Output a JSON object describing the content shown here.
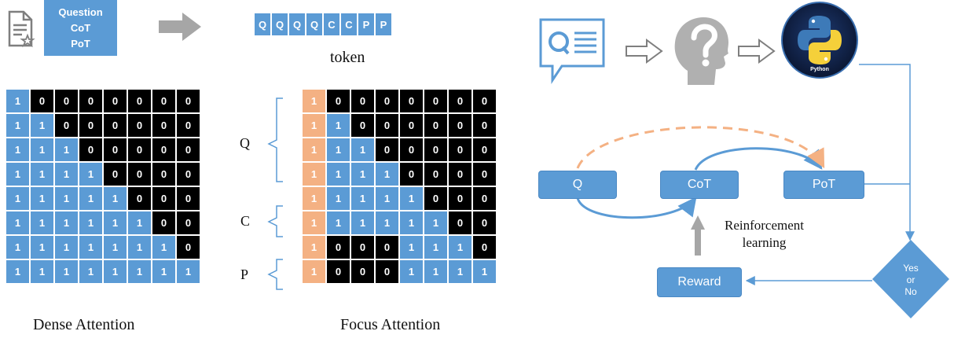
{
  "question_box": {
    "lines": [
      "Question",
      "CoT",
      "PoT"
    ]
  },
  "tokens": [
    "Q",
    "Q",
    "Q",
    "Q",
    "C",
    "C",
    "P",
    "P"
  ],
  "token_label": "token",
  "dense": {
    "label": "Dense Attention",
    "matrix": [
      [
        1,
        0,
        0,
        0,
        0,
        0,
        0,
        0
      ],
      [
        1,
        1,
        0,
        0,
        0,
        0,
        0,
        0
      ],
      [
        1,
        1,
        1,
        0,
        0,
        0,
        0,
        0
      ],
      [
        1,
        1,
        1,
        1,
        0,
        0,
        0,
        0
      ],
      [
        1,
        1,
        1,
        1,
        1,
        0,
        0,
        0
      ],
      [
        1,
        1,
        1,
        1,
        1,
        1,
        0,
        0
      ],
      [
        1,
        1,
        1,
        1,
        1,
        1,
        1,
        0
      ],
      [
        1,
        1,
        1,
        1,
        1,
        1,
        1,
        1
      ]
    ]
  },
  "focus": {
    "label": "Focus Attention",
    "matrix": [
      [
        1,
        0,
        0,
        0,
        0,
        0,
        0,
        0
      ],
      [
        1,
        1,
        0,
        0,
        0,
        0,
        0,
        0
      ],
      [
        1,
        1,
        1,
        0,
        0,
        0,
        0,
        0
      ],
      [
        1,
        1,
        1,
        1,
        0,
        0,
        0,
        0
      ],
      [
        1,
        1,
        1,
        1,
        1,
        0,
        0,
        0
      ],
      [
        1,
        1,
        1,
        1,
        1,
        1,
        0,
        0
      ],
      [
        1,
        0,
        0,
        0,
        1,
        1,
        1,
        0
      ],
      [
        1,
        0,
        0,
        0,
        1,
        1,
        1,
        1
      ]
    ]
  },
  "groups": [
    {
      "label": "Q"
    },
    {
      "label": "C"
    },
    {
      "label": "P"
    }
  ],
  "flow": {
    "q_label": "Q",
    "cot_label": "CoT",
    "pot_label": "PoT",
    "reward_label": "Reward",
    "rl_label_line1": "Reinforcement",
    "rl_label_line2": "learning",
    "decision_lines": [
      "Yes",
      "or",
      "No"
    ],
    "python_text": "Python"
  },
  "colors": {
    "blue": "#5b9bd5",
    "orange": "#f4b183",
    "black": "#000000",
    "gray": "#a6a6a6"
  }
}
